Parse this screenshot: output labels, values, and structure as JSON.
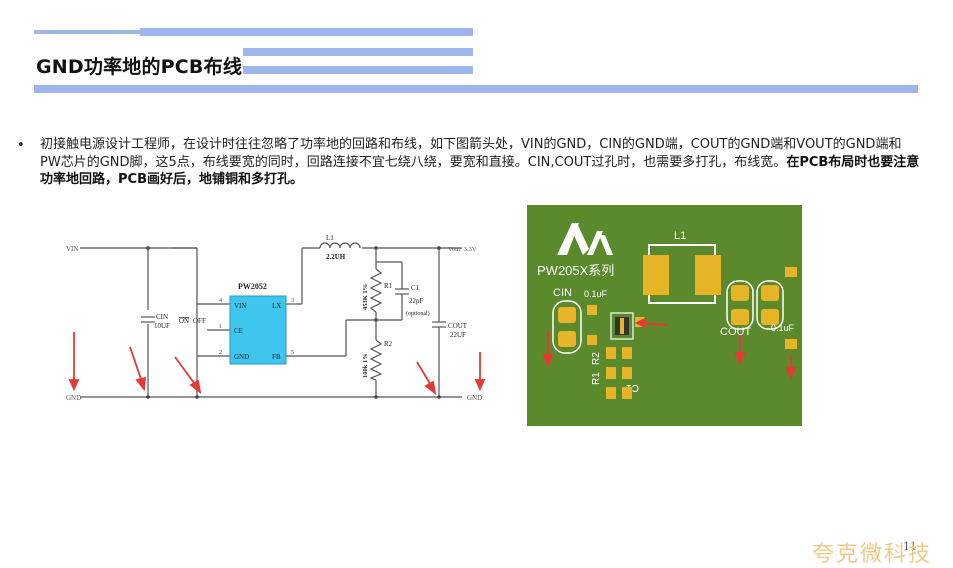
{
  "header": {
    "title": "GND功率地的PCB布线",
    "accent_color": "#9fb6ec"
  },
  "body": {
    "bullet": "•",
    "text_normal": "初接触电源设计工程师，在设计时往往忽略了功率地的回路和布线，如下图箭头处，VIN的GND，CIN的GND端，COUT的GND端和VOUT的GND端和PW芯片的GND脚，这5点，布线要宽的同时，回路连接不宜七绕八绕，要宽和直接。CIN,COUT过孔时，也需要多打孔，布线宽。",
    "text_bold": "在PCB布局时也要注意功率地回路，PCB画好后，地铺铜和多打孔。"
  },
  "schematic": {
    "vin": "VIN",
    "gnd_left": "GND",
    "gnd_right": "GND",
    "vout": "Vout: 3.3V",
    "l1": "L1",
    "l1_value": "2.2UH",
    "chip": "PW2052",
    "pin_vin": "VIN",
    "pin_lx": "LX",
    "pin_ce": "CE",
    "pin_gnd": "GND",
    "pin_fb": "FB",
    "pin4": "4",
    "pin3": "3",
    "pin1": "1",
    "pin2": "2",
    "pin5": "5",
    "on": "ON",
    "off": "OFF",
    "cin": "CIN",
    "cin_value": "10UF",
    "r1": "R1",
    "r1_value": "453K 1%",
    "r2": "R2",
    "r2_value": "100k 1%",
    "c1": "C1",
    "c1_value": "22pF",
    "c1_note": "(optional)",
    "cout": "COUT",
    "cout_value": "22UF",
    "accent_color": "#e53935"
  },
  "pcb": {
    "board_color": "#5a8a2c",
    "pad_color": "#e7b428",
    "logo_text": "PW205X系列",
    "l1": "L1",
    "cin": "CIN",
    "cin_cap": "0.1uF",
    "cout": "COUT",
    "cout_cap": "0.1uF",
    "r2": "R2",
    "r1": "R1",
    "c1": "C1"
  },
  "footer": {
    "page_number": "11",
    "watermark": "夸克微科技"
  }
}
